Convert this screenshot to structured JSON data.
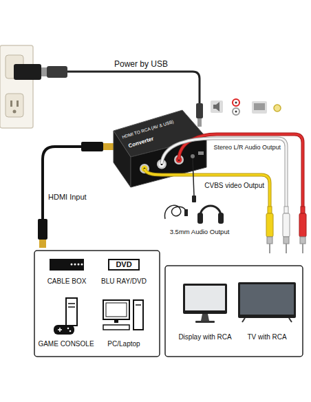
{
  "diagram": {
    "nodes": [
      {
        "text": [
          "CABLE BOX"
        ]
      },
      {
        "text": [
          "DVD",
          "BLU RAY/DVD"
        ]
      },
      {
        "text": [
          "GAME CONSOLE"
        ]
      },
      {
        "text": [
          "PC/Laptop"
        ]
      },
      {
        "text": [
          "Display with RCA"
        ]
      },
      {
        "text": [
          "TV with RCA"
        ]
      }
    ],
    "labels": [
      "Power by USB",
      "Stereo L/R Audio Output",
      "CVBS video Output",
      "HDMI Input",
      "3.5mm Audio Output",
      "HDMI TO RCA (AV & USB)",
      "Converter"
    ]
  }
}
